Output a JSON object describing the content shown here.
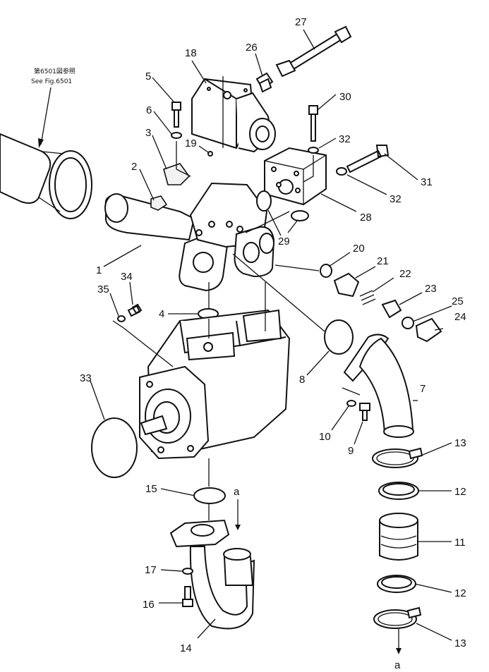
{
  "reference": {
    "line1": "第6501図参照",
    "line2": "See Fig.6501"
  },
  "flow_marks": {
    "top": "a",
    "bottom": "a"
  },
  "callouts": [
    "1",
    "2",
    "3",
    "4",
    "5",
    "6",
    "7",
    "8",
    "9",
    "10",
    "11",
    "12",
    "12",
    "13",
    "13",
    "14",
    "15",
    "16",
    "17",
    "18",
    "19",
    "20",
    "21",
    "22",
    "23",
    "24",
    "25",
    "26",
    "27",
    "28",
    "29",
    "30",
    "31",
    "32",
    "32",
    "33",
    "34",
    "35"
  ]
}
